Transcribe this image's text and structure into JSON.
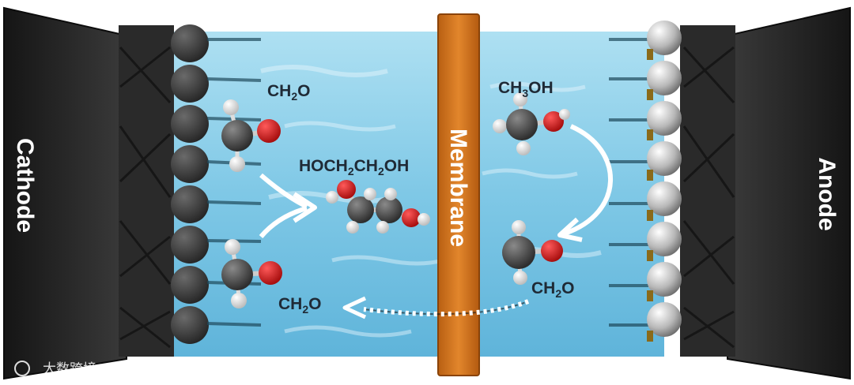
{
  "electrodes": {
    "cathode": "Cathode",
    "anode": "Anode"
  },
  "membrane": "Membrane",
  "species": {
    "ch2o_cathode_top": {
      "base": "CH",
      "sub": "2",
      "rest": "O"
    },
    "glycol": {
      "p1": "HOCH",
      "s1": "2",
      "p2": "CH",
      "s2": "2",
      "p3": "OH"
    },
    "ch2o_cathode_bottom": {
      "base": "CH",
      "sub": "2",
      "rest": "O"
    },
    "methanol": {
      "base": "CH",
      "sub": "3",
      "rest": "OH"
    },
    "ch2o_anode": {
      "base": "CH",
      "sub": "2",
      "rest": "O"
    }
  },
  "watermark": "大数跨境"
}
